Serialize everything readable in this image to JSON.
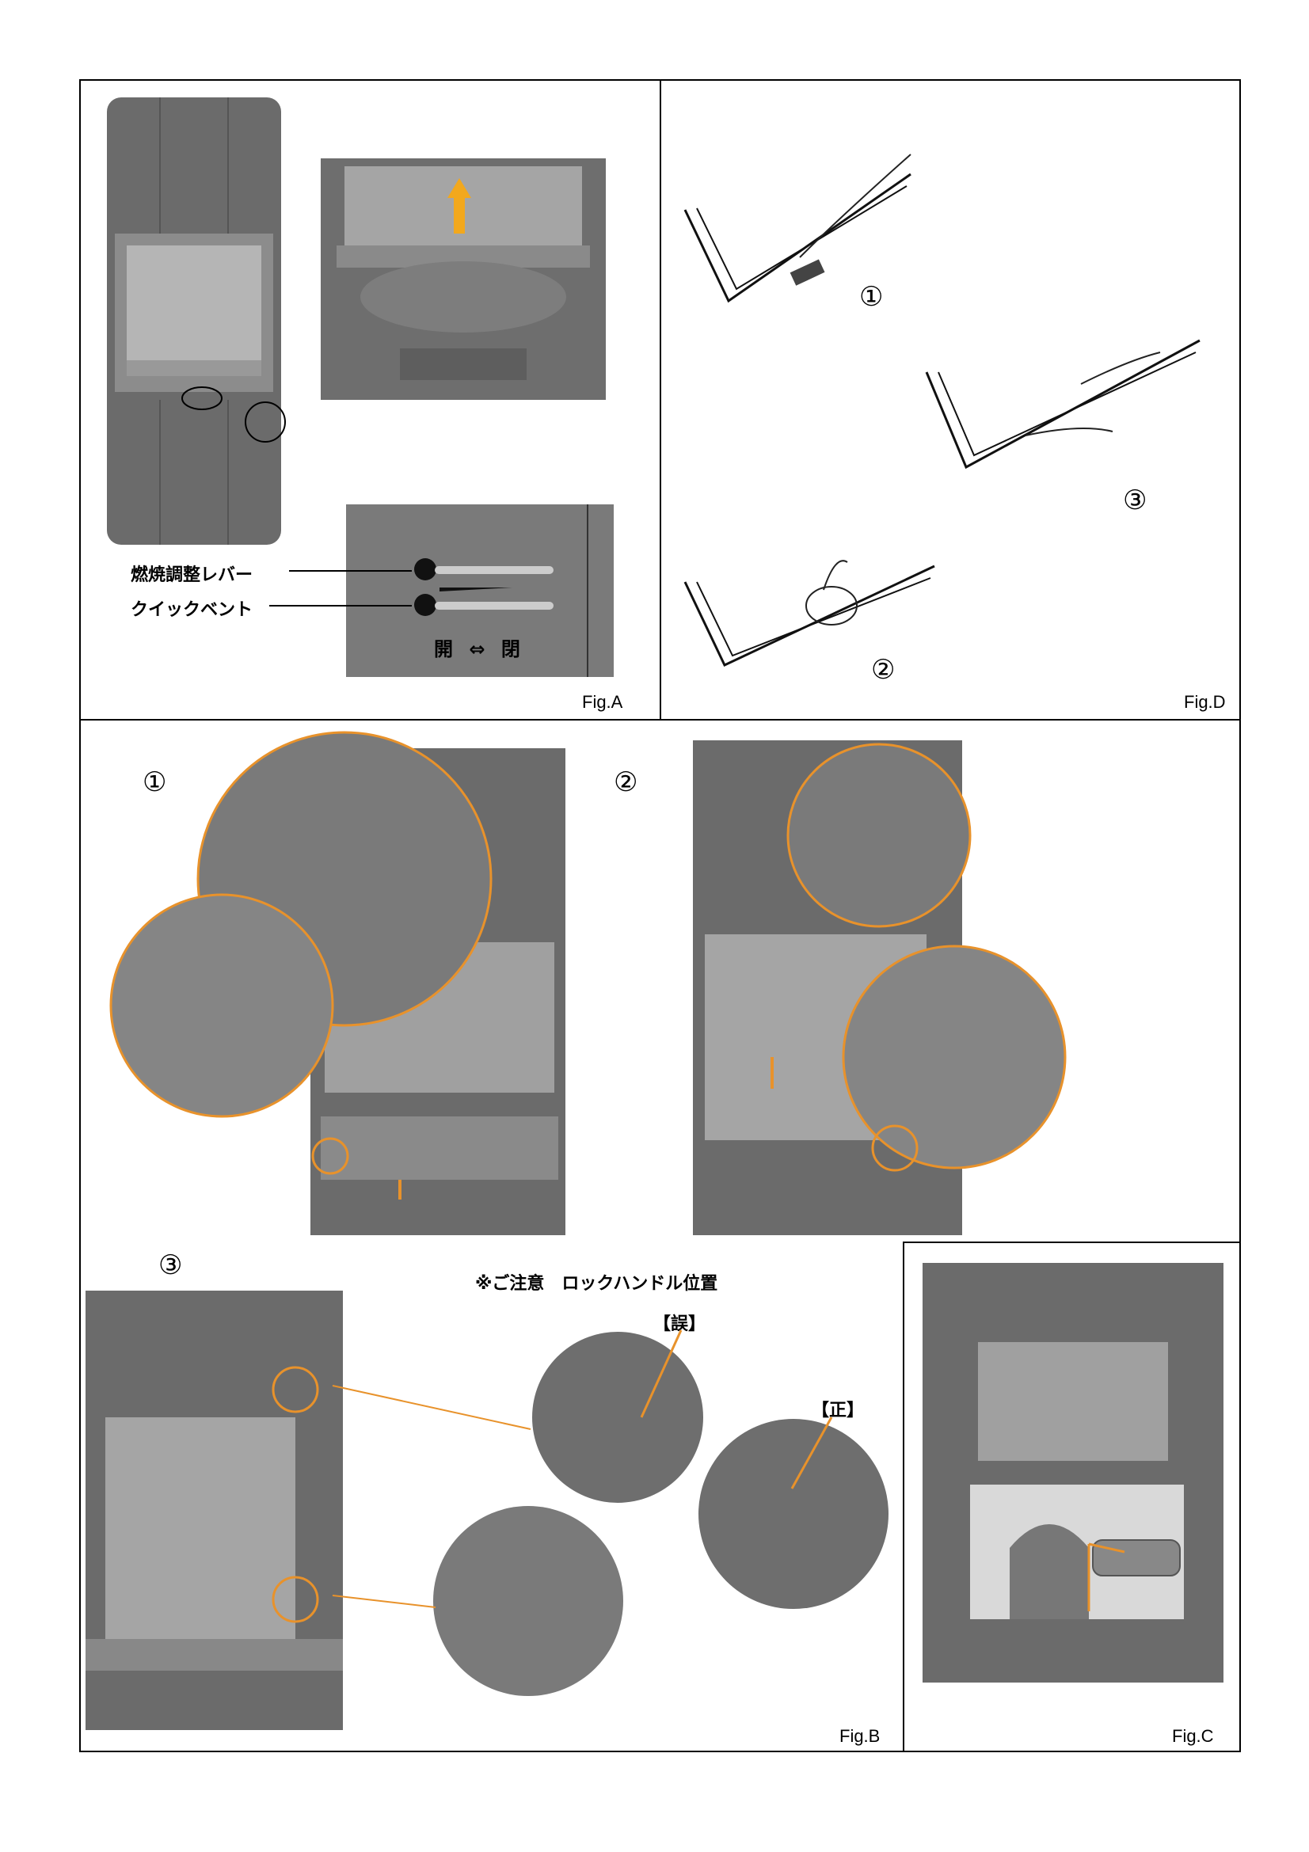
{
  "panels": {
    "figA": {
      "label": "Fig.A",
      "lever_combustion": "燃焼調整レバー",
      "lever_quickvent": "クイックベント",
      "open_close": "開 ⇔ 閉"
    },
    "figD": {
      "label": "Fig.D",
      "step1": "①",
      "step2": "②",
      "step3": "③"
    },
    "figB": {
      "label": "Fig.B",
      "step1": "①",
      "step2": "②",
      "step3": "③",
      "caution": "※ご注意　ロックハンドル位置",
      "wrong": "【誤】",
      "correct": "【正】"
    },
    "figC": {
      "label": "Fig.C"
    }
  },
  "colors": {
    "stove_grey": "#6b6b6b",
    "accent_orange": "#e8922b",
    "frame_black": "#000000"
  }
}
